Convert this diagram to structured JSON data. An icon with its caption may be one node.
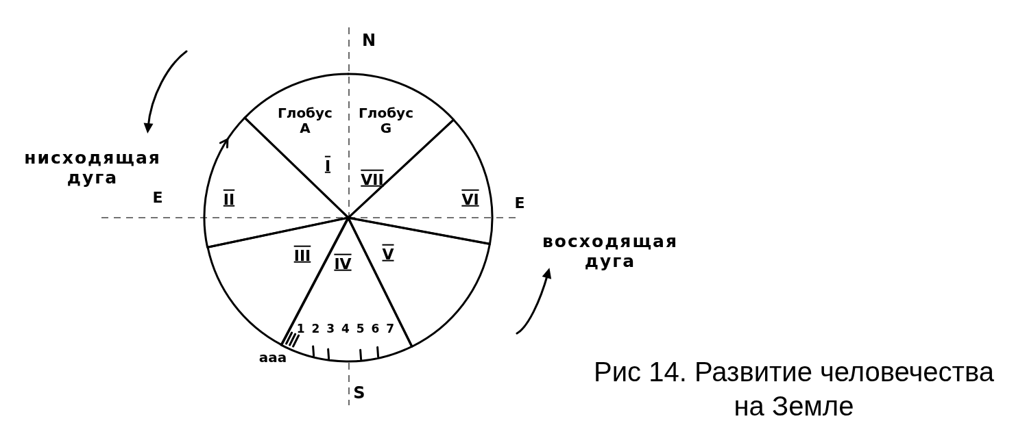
{
  "diagram": {
    "caption": "Рис 14. Развитие человечества на Земле",
    "nodes": [
      {
        "text": [
          "Глобус A",
          "I"
        ]
      },
      {
        "text": [
          "II"
        ]
      },
      {
        "text": [
          "III"
        ]
      },
      {
        "text": [
          "IV",
          "1 2 3 4 5 6 7"
        ]
      },
      {
        "text": [
          "V"
        ]
      },
      {
        "text": [
          "VI"
        ]
      },
      {
        "text": [
          "Глобус G",
          "VII"
        ]
      }
    ],
    "labels": [
      "N",
      "нисходящая дуга",
      "E",
      "E",
      "восходящая дуга",
      "ааа",
      "S"
    ]
  }
}
